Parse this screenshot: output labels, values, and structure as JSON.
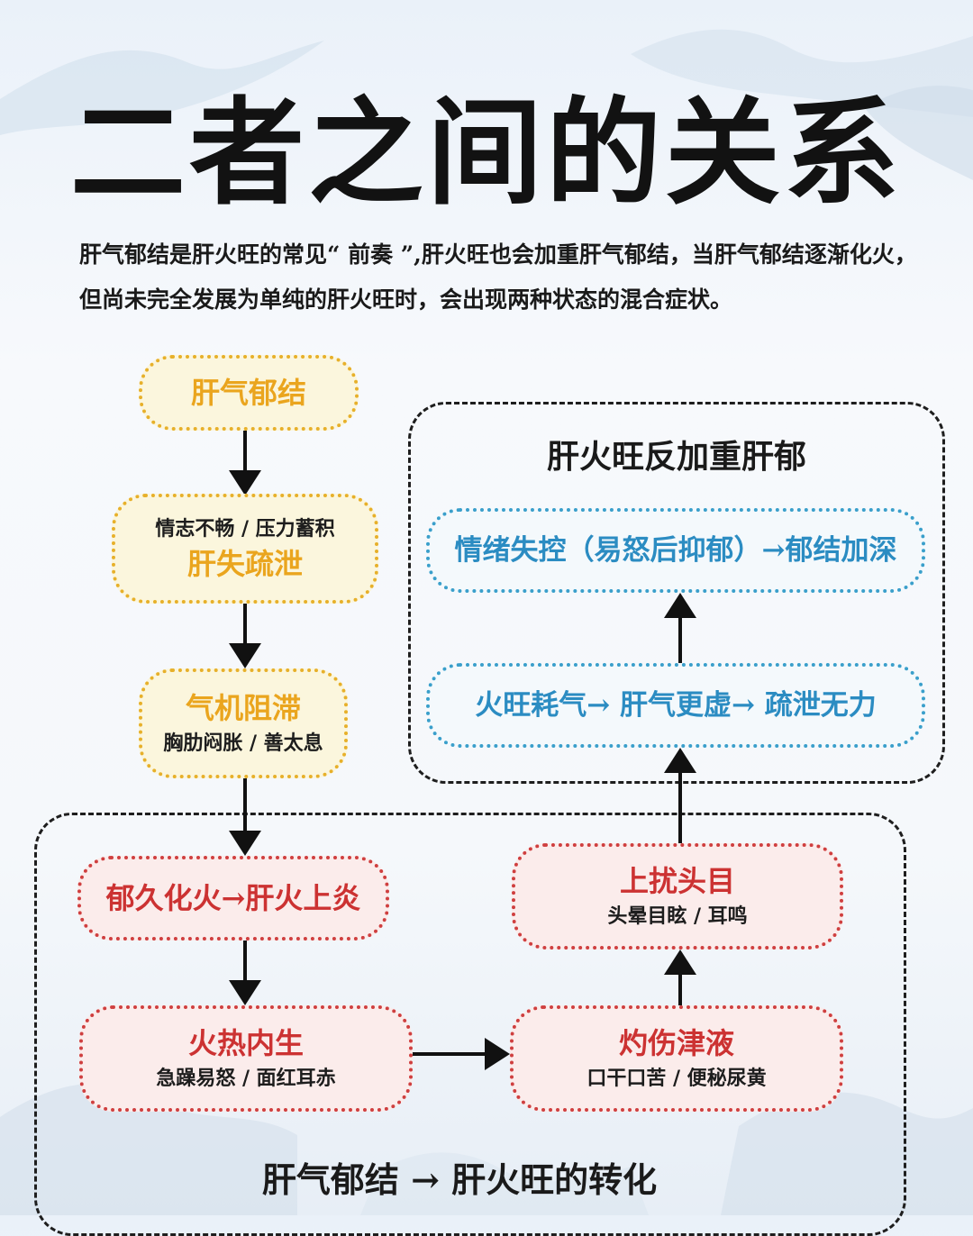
{
  "title": "二者之间的关系",
  "intro": "肝气郁结是肝火旺的常见“ 前奏 ”,肝火旺也会加重肝气郁结，当肝气郁结逐渐化火，但尚未完全发展为单纯的肝火旺时，会出现两种状态的混合症状。",
  "left_chain": {
    "box1": {
      "main": "肝气郁结"
    },
    "box2": {
      "sub": "情志不畅 / 压力蓄积",
      "main": "肝失疏泄"
    },
    "box3": {
      "main": "气机阻滞",
      "sub": "胸肋闷胀 / 善太息"
    }
  },
  "group_top": {
    "title": "肝火旺反加重肝郁",
    "box_upper": {
      "main": "情绪失控（易怒后抑郁）→郁结加深"
    },
    "box_lower": {
      "main": "火旺耗气→ 肝气更虚→ 疏泄无力"
    }
  },
  "group_bottom": {
    "title": "肝气郁结 → 肝火旺的转化",
    "box_a": {
      "main": "郁久化火→肝火上炎"
    },
    "box_b": {
      "main": "火热内生",
      "sub": "急躁易怒 / 面红耳赤"
    },
    "box_c": {
      "main": "灼伤津液",
      "sub": "口干口苦 / 便秘尿黄"
    },
    "box_d": {
      "main": "上扰头目",
      "sub": "头晕目眩 / 耳鸣"
    }
  },
  "colors": {
    "yellow_text": "#eaa51e",
    "yellow_border": "#e7b02a",
    "blue_text": "#2b8cc2",
    "blue_border": "#3a9fcb",
    "red_text": "#cc3232",
    "red_border": "#cf3f3f",
    "arrow": "#111111"
  }
}
